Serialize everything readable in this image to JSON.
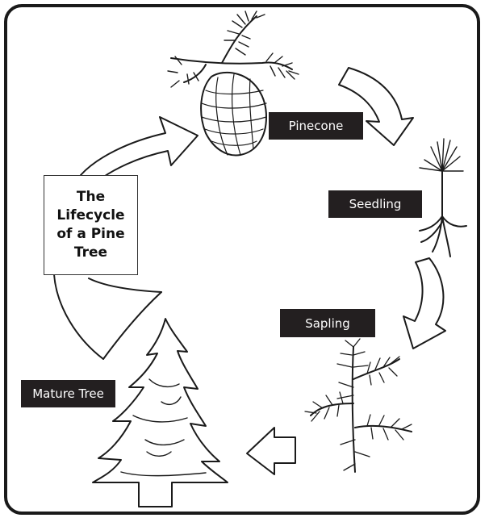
{
  "title_lines": [
    "The",
    "Lifecycle",
    "of a Pine",
    "Tree"
  ],
  "stages": {
    "pinecone": "Pinecone",
    "seedling": "Seedling",
    "sapling": "Sapling",
    "mature_tree": "Mature Tree"
  },
  "colors": {
    "ink": "#1a1a1a",
    "label_bg": "#231f20",
    "label_text": "#ffffff"
  },
  "icons": [
    "pine-branch-with-cone",
    "seedling-with-roots",
    "sapling-branch",
    "mature-pine-tree",
    "cycle-arrow"
  ]
}
